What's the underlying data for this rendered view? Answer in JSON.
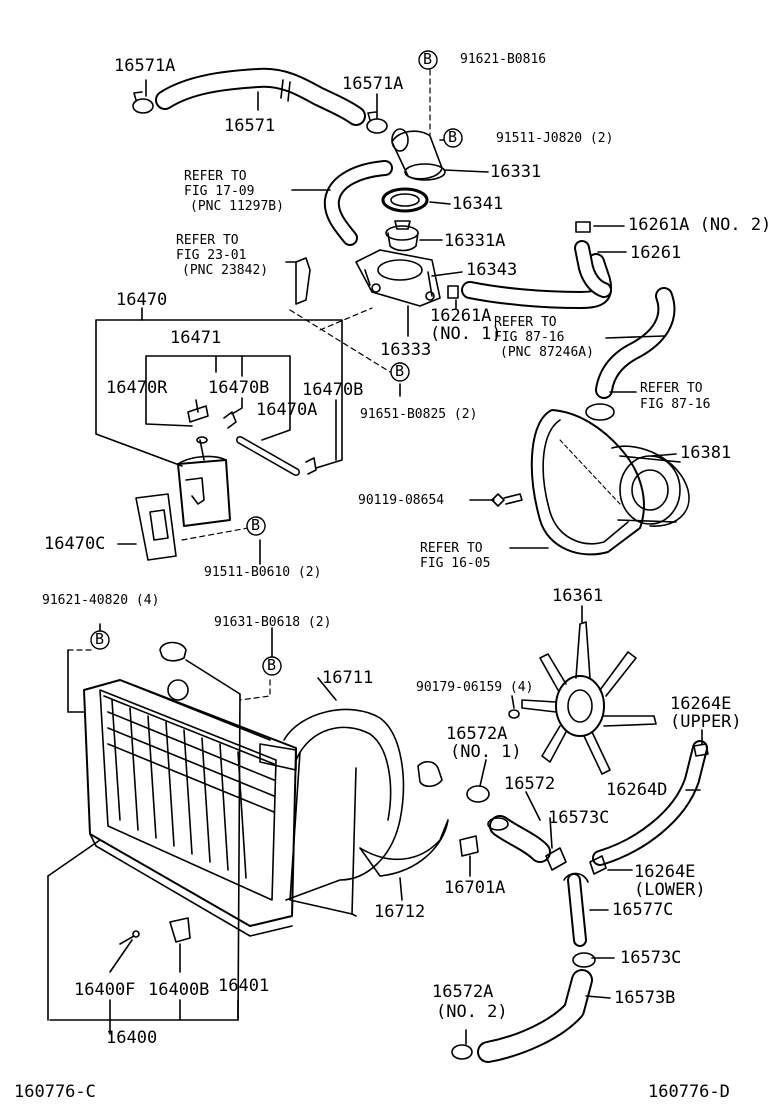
{
  "labels": {
    "p16571A_left": "16571A",
    "p16571": "16571",
    "p16571A_right": "16571A",
    "b_91621B0816": "91621-B0816",
    "b_91511J0820": "91511-J0820 (2)",
    "p16331": "16331",
    "p16341": "16341",
    "p16331A": "16331A",
    "refer_1709_a": "REFER TO",
    "refer_1709_b": "FIG 17-09",
    "refer_1709_c": "(PNC 11297B)",
    "refer_2301_a": "REFER TO",
    "refer_2301_b": "FIG 23-01",
    "refer_2301_c": "(PNC 23842)",
    "p16343": "16343",
    "p16261A_no1_a": "16261A",
    "p16261A_no1_b": "(NO. 1)",
    "p16333": "16333",
    "p16261A_no2": "16261A (NO. 2)",
    "p16261": "16261",
    "refer_8716_a": "REFER TO",
    "refer_8716_b": "FIG 87-16",
    "refer_8716_c": "(PNC 87246A)",
    "refer_8716b_a": "REFER TO",
    "refer_8716b_b": "FIG 87-16",
    "p16470": "16470",
    "p16471": "16471",
    "p16470R": "16470R",
    "p16470B_a": "16470B",
    "p16470B_b": "16470B",
    "p16470A": "16470A",
    "b_91651B0825": "91651-B0825 (2)",
    "p16381": "16381",
    "p90119": "90119-08654",
    "refer_1605_a": "REFER TO",
    "refer_1605_b": "FIG 16-05",
    "p16470C": "16470C",
    "b_91511B0610": "91511-B0610 (2)",
    "b_9162140820": "91621-40820 (4)",
    "b_91631B0618": "91631-B0618 (2)",
    "p16361": "16361",
    "p16711": "16711",
    "p90179": "90179-06159 (4)",
    "p16264E_upper_a": "16264E",
    "p16264E_upper_b": "(UPPER)",
    "p16572A_no1_a": "16572A",
    "p16572A_no1_b": "(NO. 1)",
    "p16572": "16572",
    "p16264D": "16264D",
    "p16573C_a": "16573C",
    "p16264E_lower_a": "16264E",
    "p16264E_lower_b": "(LOWER)",
    "p16701A": "16701A",
    "p16712": "16712",
    "p16577C": "16577C",
    "p16573C_b": "16573C",
    "p16400F": "16400F",
    "p16400B": "16400B",
    "p16401": "16401",
    "p16572A_no2_a": "16572A",
    "p16572A_no2_b": "(NO. 2)",
    "p16573B": "16573B",
    "p16400": "16400",
    "code_left": "160776-C",
    "code_right": "160776-D",
    "b_marker": "B"
  }
}
